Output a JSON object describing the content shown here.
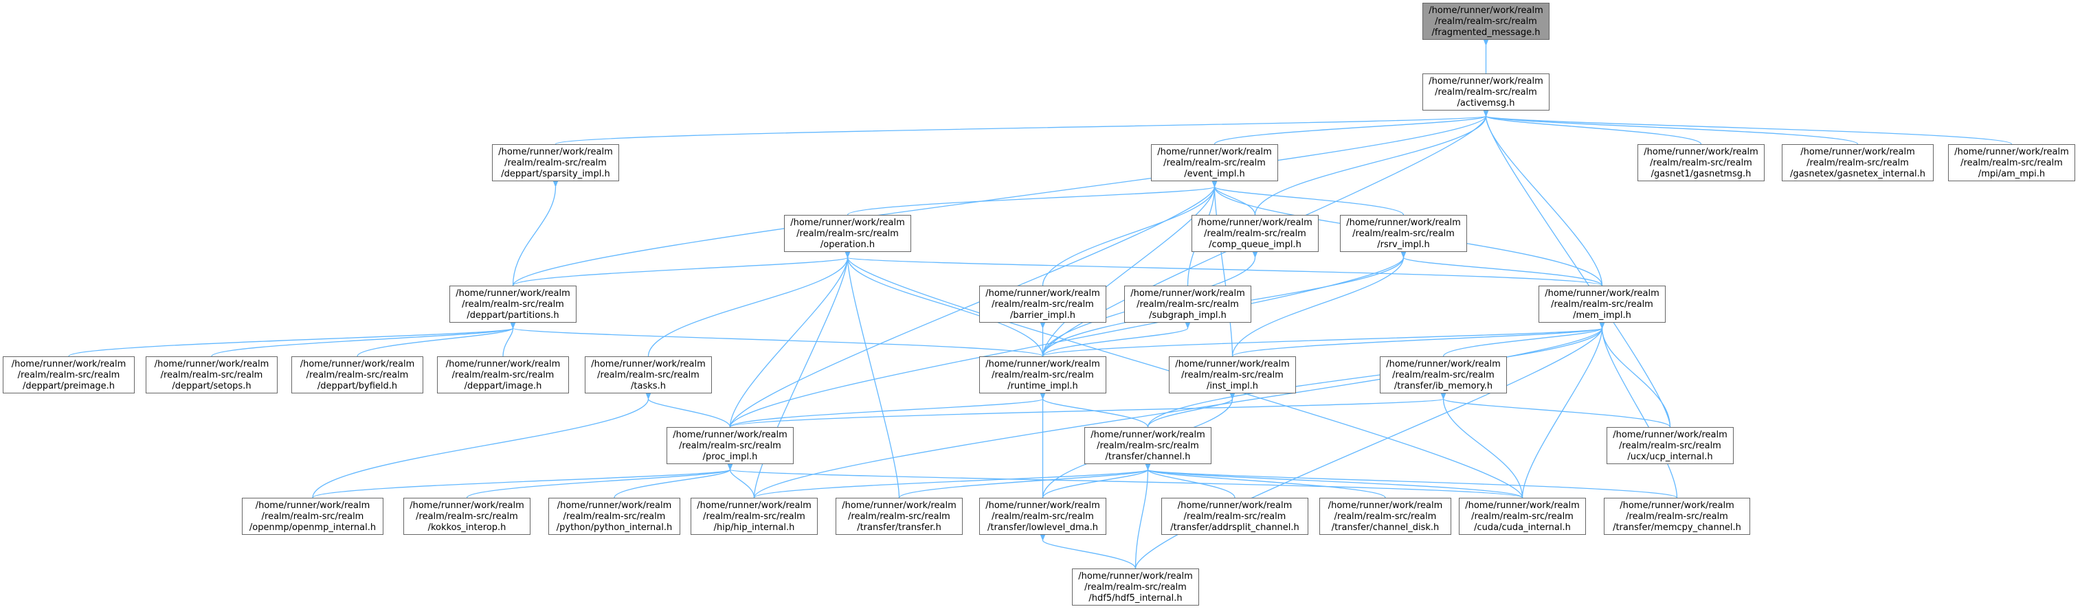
{
  "colors": {
    "edge": "#63b8ff",
    "node_border": "#666666",
    "root_fill": "#999999",
    "node_fill": "#ffffff"
  },
  "nodes": {
    "fragmented_message": [
      "/home/runner/work/realm",
      "/realm/realm-src/realm",
      "/fragmented_message.h"
    ],
    "activemsg": [
      "/home/runner/work/realm",
      "/realm/realm-src/realm",
      "/activemsg.h"
    ],
    "sparsity_impl": [
      "/home/runner/work/realm",
      "/realm/realm-src/realm",
      "/deppart/sparsity_impl.h"
    ],
    "event_impl": [
      "/home/runner/work/realm",
      "/realm/realm-src/realm",
      "/event_impl.h"
    ],
    "gasnetmsg": [
      "/home/runner/work/realm",
      "/realm/realm-src/realm",
      "/gasnet1/gasnetmsg.h"
    ],
    "gasnetex_internal": [
      "/home/runner/work/realm",
      "/realm/realm-src/realm",
      "/gasnetex/gasnetex_internal.h"
    ],
    "am_mpi": [
      "/home/runner/work/realm",
      "/realm/realm-src/realm",
      "/mpi/am_mpi.h"
    ],
    "operation": [
      "/home/runner/work/realm",
      "/realm/realm-src/realm",
      "/operation.h"
    ],
    "comp_queue_impl": [
      "/home/runner/work/realm",
      "/realm/realm-src/realm",
      "/comp_queue_impl.h"
    ],
    "rsrv_impl": [
      "/home/runner/work/realm",
      "/realm/realm-src/realm",
      "/rsrv_impl.h"
    ],
    "partitions": [
      "/home/runner/work/realm",
      "/realm/realm-src/realm",
      "/deppart/partitions.h"
    ],
    "barrier_impl": [
      "/home/runner/work/realm",
      "/realm/realm-src/realm",
      "/barrier_impl.h"
    ],
    "subgraph_impl": [
      "/home/runner/work/realm",
      "/realm/realm-src/realm",
      "/subgraph_impl.h"
    ],
    "mem_impl": [
      "/home/runner/work/realm",
      "/realm/realm-src/realm",
      "/mem_impl.h"
    ],
    "preimage": [
      "/home/runner/work/realm",
      "/realm/realm-src/realm",
      "/deppart/preimage.h"
    ],
    "setops": [
      "/home/runner/work/realm",
      "/realm/realm-src/realm",
      "/deppart/setops.h"
    ],
    "byfield": [
      "/home/runner/work/realm",
      "/realm/realm-src/realm",
      "/deppart/byfield.h"
    ],
    "image": [
      "/home/runner/work/realm",
      "/realm/realm-src/realm",
      "/deppart/image.h"
    ],
    "tasks": [
      "/home/runner/work/realm",
      "/realm/realm-src/realm",
      "/tasks.h"
    ],
    "runtime_impl": [
      "/home/runner/work/realm",
      "/realm/realm-src/realm",
      "/runtime_impl.h"
    ],
    "inst_impl": [
      "/home/runner/work/realm",
      "/realm/realm-src/realm",
      "/inst_impl.h"
    ],
    "ib_memory": [
      "/home/runner/work/realm",
      "/realm/realm-src/realm",
      "/transfer/ib_memory.h"
    ],
    "proc_impl": [
      "/home/runner/work/realm",
      "/realm/realm-src/realm",
      "/proc_impl.h"
    ],
    "channel": [
      "/home/runner/work/realm",
      "/realm/realm-src/realm",
      "/transfer/channel.h"
    ],
    "ucp_internal": [
      "/home/runner/work/realm",
      "/realm/realm-src/realm",
      "/ucx/ucp_internal.h"
    ],
    "openmp_internal": [
      "/home/runner/work/realm",
      "/realm/realm-src/realm",
      "/openmp/openmp_internal.h"
    ],
    "kokkos_interop": [
      "/home/runner/work/realm",
      "/realm/realm-src/realm",
      "/kokkos_interop.h"
    ],
    "python_internal": [
      "/home/runner/work/realm",
      "/realm/realm-src/realm",
      "/python/python_internal.h"
    ],
    "hip_internal": [
      "/home/runner/work/realm",
      "/realm/realm-src/realm",
      "/hip/hip_internal.h"
    ],
    "transfer": [
      "/home/runner/work/realm",
      "/realm/realm-src/realm",
      "/transfer/transfer.h"
    ],
    "lowlevel_dma": [
      "/home/runner/work/realm",
      "/realm/realm-src/realm",
      "/transfer/lowlevel_dma.h"
    ],
    "addrsplit_channel": [
      "/home/runner/work/realm",
      "/realm/realm-src/realm",
      "/transfer/addrsplit_channel.h"
    ],
    "channel_disk": [
      "/home/runner/work/realm",
      "/realm/realm-src/realm",
      "/transfer/channel_disk.h"
    ],
    "cuda_internal": [
      "/home/runner/work/realm",
      "/realm/realm-src/realm",
      "/cuda/cuda_internal.h"
    ],
    "memcpy_channel": [
      "/home/runner/work/realm",
      "/realm/realm-src/realm",
      "/transfer/memcpy_channel.h"
    ],
    "hdf5_internal": [
      "/home/runner/work/realm",
      "/realm/realm-src/realm",
      "/hdf5/hdf5_internal.h"
    ]
  },
  "edges": [
    [
      "fragmented_message",
      "activemsg"
    ],
    [
      "activemsg",
      "sparsity_impl"
    ],
    [
      "activemsg",
      "event_impl"
    ],
    [
      "activemsg",
      "gasnetmsg"
    ],
    [
      "activemsg",
      "gasnetex_internal"
    ],
    [
      "activemsg",
      "am_mpi"
    ],
    [
      "activemsg",
      "comp_queue_impl"
    ],
    [
      "activemsg",
      "partitions"
    ],
    [
      "activemsg",
      "mem_impl"
    ],
    [
      "activemsg",
      "runtime_impl"
    ],
    [
      "activemsg",
      "ucp_internal"
    ],
    [
      "sparsity_impl",
      "partitions"
    ],
    [
      "event_impl",
      "operation"
    ],
    [
      "event_impl",
      "comp_queue_impl"
    ],
    [
      "event_impl",
      "rsrv_impl"
    ],
    [
      "event_impl",
      "barrier_impl"
    ],
    [
      "event_impl",
      "subgraph_impl"
    ],
    [
      "event_impl",
      "mem_impl"
    ],
    [
      "event_impl",
      "runtime_impl"
    ],
    [
      "event_impl",
      "inst_impl"
    ],
    [
      "event_impl",
      "proc_impl"
    ],
    [
      "operation",
      "partitions"
    ],
    [
      "operation",
      "tasks"
    ],
    [
      "operation",
      "runtime_impl"
    ],
    [
      "operation",
      "mem_impl"
    ],
    [
      "operation",
      "proc_impl"
    ],
    [
      "operation",
      "hip_internal"
    ],
    [
      "operation",
      "transfer"
    ],
    [
      "operation",
      "cuda_internal"
    ],
    [
      "comp_queue_impl",
      "runtime_impl"
    ],
    [
      "rsrv_impl",
      "mem_impl"
    ],
    [
      "rsrv_impl",
      "runtime_impl"
    ],
    [
      "rsrv_impl",
      "inst_impl"
    ],
    [
      "rsrv_impl",
      "proc_impl"
    ],
    [
      "partitions",
      "preimage"
    ],
    [
      "partitions",
      "setops"
    ],
    [
      "partitions",
      "byfield"
    ],
    [
      "partitions",
      "image"
    ],
    [
      "partitions",
      "runtime_impl"
    ],
    [
      "barrier_impl",
      "runtime_impl"
    ],
    [
      "subgraph_impl",
      "runtime_impl"
    ],
    [
      "mem_impl",
      "runtime_impl"
    ],
    [
      "mem_impl",
      "inst_impl"
    ],
    [
      "mem_impl",
      "ib_memory"
    ],
    [
      "mem_impl",
      "ucp_internal"
    ],
    [
      "mem_impl",
      "channel"
    ],
    [
      "mem_impl",
      "cuda_internal"
    ],
    [
      "mem_impl",
      "memcpy_channel"
    ],
    [
      "mem_impl",
      "hdf5_internal"
    ],
    [
      "mem_impl",
      "hip_internal"
    ],
    [
      "tasks",
      "proc_impl"
    ],
    [
      "tasks",
      "openmp_internal"
    ],
    [
      "runtime_impl",
      "proc_impl"
    ],
    [
      "runtime_impl",
      "channel"
    ],
    [
      "runtime_impl",
      "lowlevel_dma"
    ],
    [
      "inst_impl",
      "channel"
    ],
    [
      "inst_impl",
      "lowlevel_dma"
    ],
    [
      "ib_memory",
      "ucp_internal"
    ],
    [
      "ib_memory",
      "cuda_internal"
    ],
    [
      "ib_memory",
      "proc_impl"
    ],
    [
      "proc_impl",
      "openmp_internal"
    ],
    [
      "proc_impl",
      "kokkos_interop"
    ],
    [
      "proc_impl",
      "python_internal"
    ],
    [
      "proc_impl",
      "hip_internal"
    ],
    [
      "proc_impl",
      "cuda_internal"
    ],
    [
      "channel",
      "hip_internal"
    ],
    [
      "channel",
      "transfer"
    ],
    [
      "channel",
      "lowlevel_dma"
    ],
    [
      "channel",
      "addrsplit_channel"
    ],
    [
      "channel",
      "channel_disk"
    ],
    [
      "channel",
      "cuda_internal"
    ],
    [
      "channel",
      "memcpy_channel"
    ],
    [
      "channel",
      "hdf5_internal"
    ],
    [
      "lowlevel_dma",
      "hdf5_internal"
    ]
  ]
}
